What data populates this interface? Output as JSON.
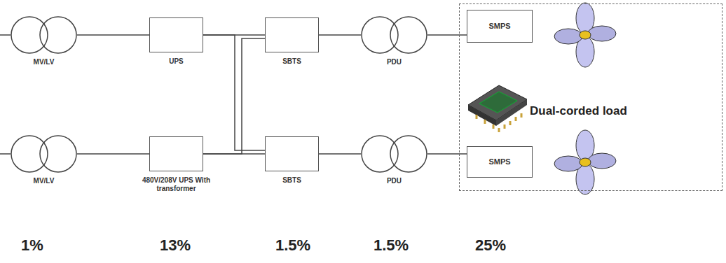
{
  "diagram": {
    "nodes": [
      {
        "text": [
          "MV/LV"
        ]
      },
      {
        "text": [
          "UPS"
        ]
      },
      {
        "text": [
          "SBTS"
        ]
      },
      {
        "text": [
          "PDU"
        ]
      },
      {
        "text": [
          "Dual-corded load"
        ]
      },
      {
        "text": [
          "SMPS"
        ],
        "in": 4
      },
      {
        "text": [
          "MV/LV"
        ]
      },
      {
        "text": [
          "480V/208V UPS With transformer"
        ]
      },
      {
        "text": [
          "SBTS"
        ]
      },
      {
        "text": [
          "PDU"
        ]
      },
      {
        "text": [
          "SMPS"
        ],
        "in": 4
      }
    ],
    "edges": [
      {
        "from": 0,
        "to": 1,
        "arrow": "none"
      },
      {
        "from": 1,
        "to": 2,
        "arrow": "none"
      },
      {
        "from": 1,
        "to": 8,
        "arrow": "none"
      },
      {
        "from": 7,
        "to": 2,
        "arrow": "none"
      },
      {
        "from": 7,
        "to": 8,
        "arrow": "none"
      },
      {
        "from": 2,
        "to": 3,
        "arrow": "none"
      },
      {
        "from": 3,
        "to": 5,
        "arrow": "none"
      },
      {
        "from": 6,
        "to": 7,
        "arrow": "none"
      },
      {
        "from": 8,
        "to": 9,
        "arrow": "none"
      },
      {
        "from": 9,
        "to": 10,
        "arrow": "none"
      }
    ],
    "labels": [
      "1%",
      "13%",
      "1.5%",
      "1.5%",
      "25%"
    ]
  }
}
